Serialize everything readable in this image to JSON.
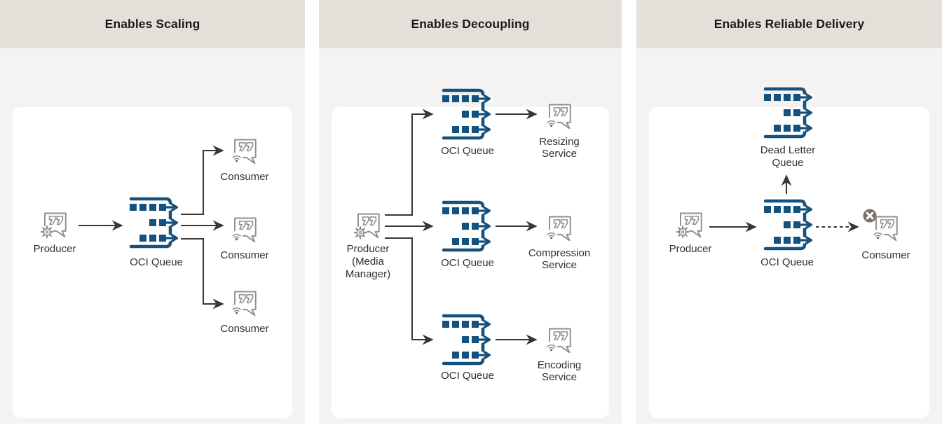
{
  "colors": {
    "queue_blue": "#15517f",
    "connector": "#3a3632",
    "icon_gray": "#8f8f8f",
    "wifi_dot": "#6b6b6b",
    "text": "#32302c",
    "header_bg": "#e3e0da",
    "panel_bg": "#f4f3f1",
    "card_bg": "#ffffff",
    "page_bg": "#ffffff",
    "error_badge": "#7d7065",
    "error_badge_x": "#ffffff"
  },
  "icons": {
    "producer": "producer-gear-bubble-icon",
    "queue": "oci-queue-icon",
    "consumer": "consumer-wifi-bubble-icon",
    "error": "error-x-badge-icon"
  },
  "panels": [
    {
      "title": "Enables Scaling",
      "producer": "Producer",
      "queue": "OCI Queue",
      "consumer1": "Consumer",
      "consumer2": "Consumer",
      "consumer3": "Consumer"
    },
    {
      "title": "Enables Decoupling",
      "producer_line1": "Producer",
      "producer_line2": "(Media",
      "producer_line3": "Manager)",
      "queue1": "OCI Queue",
      "queue2": "OCI Queue",
      "queue3": "OCI Queue",
      "service1_line1": "Resizing",
      "service1_line2": "Service",
      "service2_line1": "Compression",
      "service2_line2": "Service",
      "service3_line1": "Encoding",
      "service3_line2": "Service"
    },
    {
      "title": "Enables Reliable Delivery",
      "producer": "Producer",
      "queue": "OCI Queue",
      "dlq_line1": "Dead Letter",
      "dlq_line2": "Queue",
      "consumer": "Consumer"
    }
  ]
}
